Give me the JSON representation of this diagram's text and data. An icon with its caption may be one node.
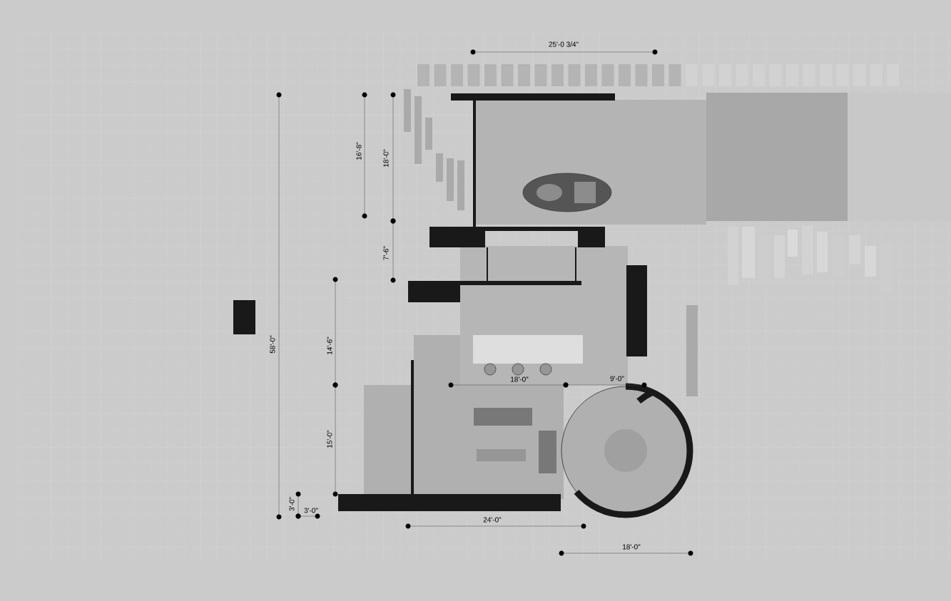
{
  "diagram": {
    "labels": [
      "25'-0 3/4\"",
      "16'-8\"",
      "18'-0\"",
      "7'-6\"",
      "58'-0\"",
      "14'-6\"",
      "18'-0\"",
      "9'-0\"",
      "15'-0\"",
      "3'-0\"",
      "3'-0\"",
      "24'-0\"",
      "18'-0\""
    ]
  }
}
